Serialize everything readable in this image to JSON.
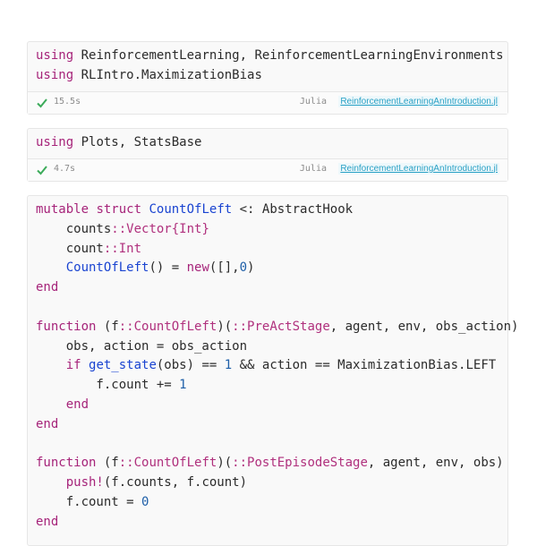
{
  "cells": [
    {
      "lines": [
        "using ReinforcementLearning, ReinforcementLearningEnvironments",
        "using RLIntro.MaximizationBias"
      ],
      "status": {
        "time": "15.5s",
        "lang": "Julia",
        "link": "ReinforcementLearningAnIntroduction.jl"
      }
    },
    {
      "lines": [
        "using Plots, StatsBase"
      ],
      "status": {
        "time": "4.7s",
        "lang": "Julia",
        "link": "ReinforcementLearningAnIntroduction.jl"
      }
    },
    {
      "lines": [
        "mutable struct CountOfLeft <: AbstractHook",
        "    counts::Vector{Int}",
        "    count::Int",
        "    CountOfLeft() = new([],0)",
        "end",
        "",
        "function (f::CountOfLeft)(::PreActStage, agent, env, obs_action)",
        "    obs, action = obs_action",
        "    if get_state(obs) == 1 && action == MaximizationBias.LEFT",
        "        f.count += 1",
        "    end",
        "end",
        "",
        "function (f::CountOfLeft)(::PostEpisodeStage, agent, env, obs)",
        "    push!(f.counts, f.count)",
        "    f.count = 0",
        "end"
      ]
    }
  ],
  "icons": {
    "status_check": "checkmark-icon"
  },
  "colors": {
    "keyword": "#a6247a",
    "function": "#1a44d1",
    "type": "#b0307d",
    "number": "#1e5fa8",
    "link": "#2aa1c5",
    "check": "#3cab5a"
  }
}
